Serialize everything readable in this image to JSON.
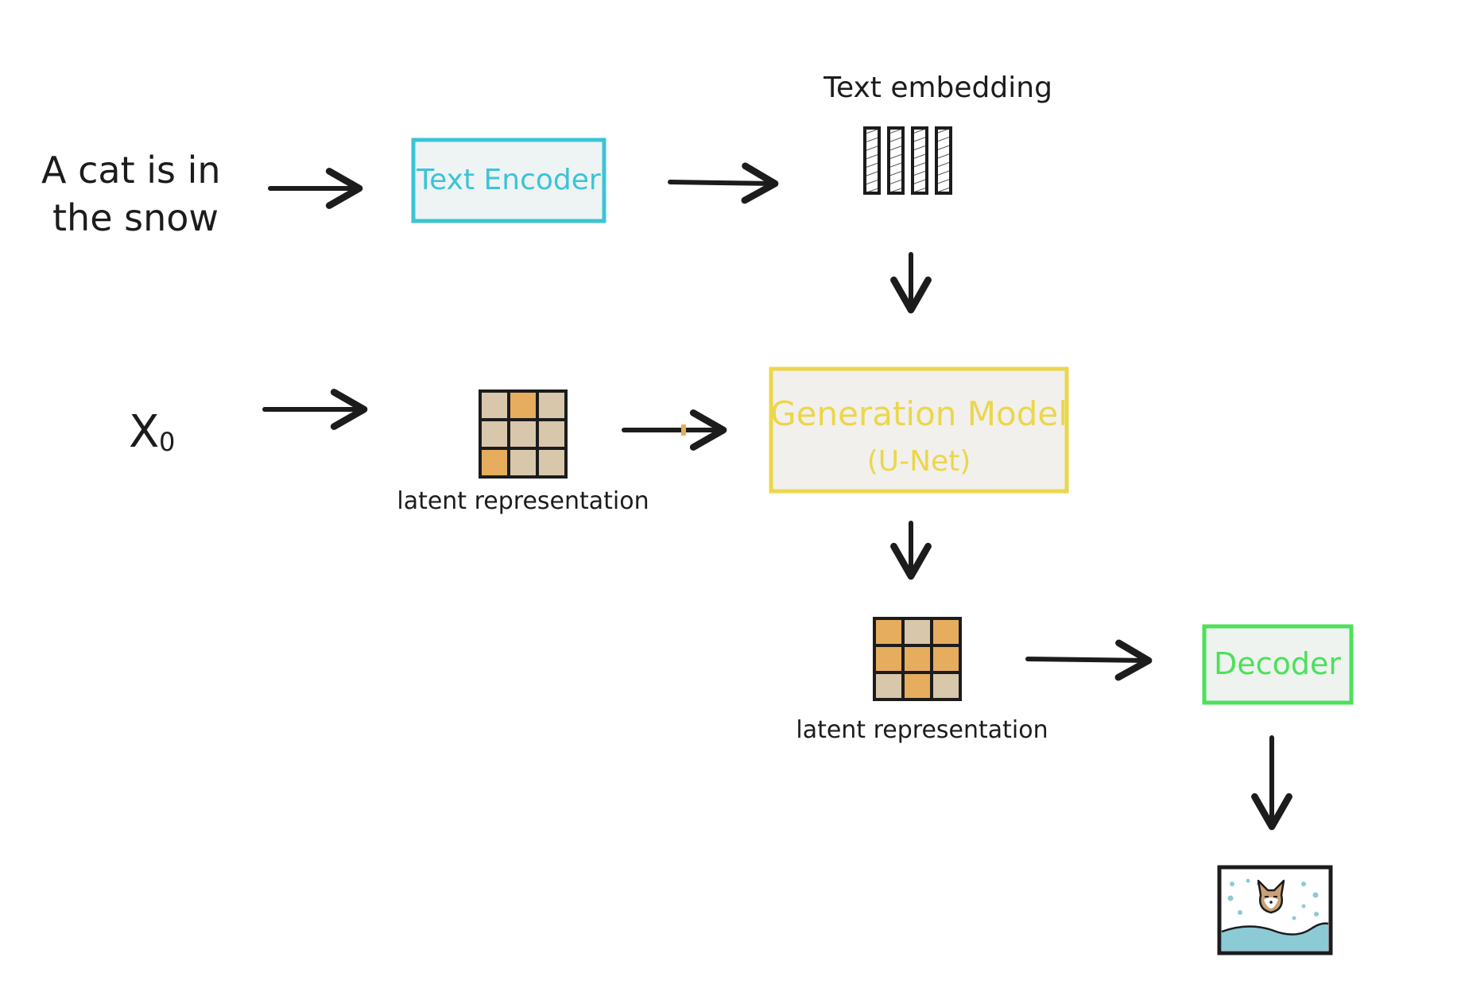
{
  "nodes": {
    "input_text": {
      "line1": "A cat is in",
      "line2": "the snow"
    },
    "text_encoder": {
      "label": "Text Encoder",
      "color": "#3cc4d6"
    },
    "text_embedding": {
      "label": "Text embedding"
    },
    "x0": {
      "base": "X",
      "subscript": "0"
    },
    "latent_top": {
      "label": "latent representation"
    },
    "generation_model": {
      "line1": "Generation Model",
      "line2": "(U-Net)",
      "color": "#ecd64b"
    },
    "latent_bottom": {
      "label": "latent representation"
    },
    "decoder": {
      "label": "Decoder",
      "color": "#4de05a"
    },
    "output_image": {
      "icon": "cat-in-snow-icon"
    }
  },
  "colors": {
    "ink": "#1c1c1c",
    "latent_orange": "#e6ad5e",
    "latent_beige": "#d9c7ac",
    "box_fill": "#eef2f2",
    "snow_water": "#8ccad6"
  }
}
